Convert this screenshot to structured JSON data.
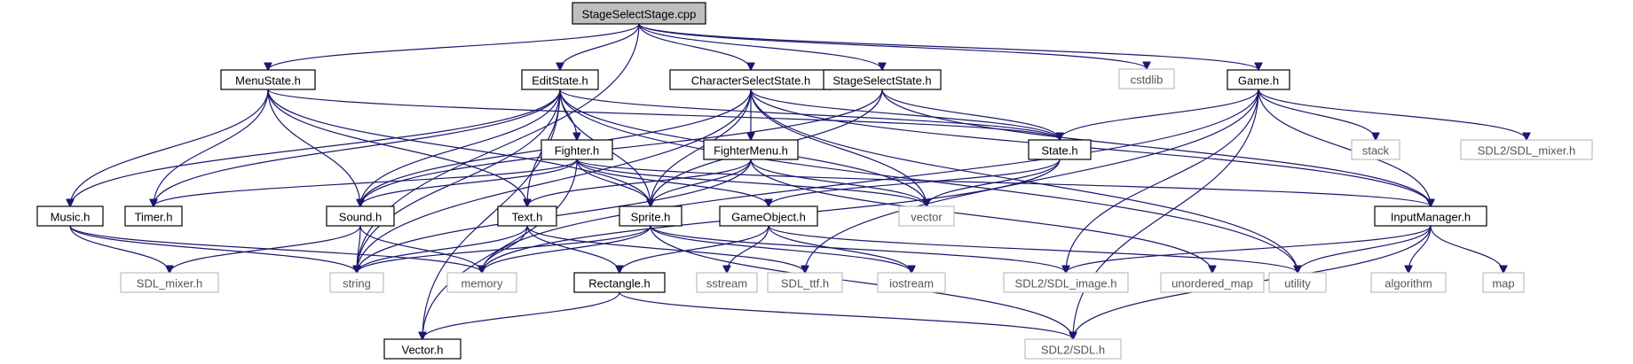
{
  "graph": {
    "root": "StageSelectStage.cpp",
    "nodes": [
      {
        "id": "root",
        "label": "StageSelectStage.cpp",
        "kind": "root"
      },
      {
        "id": "cstdlib",
        "label": "cstdlib",
        "kind": "external"
      },
      {
        "id": "menustate",
        "label": "MenuState.h",
        "kind": "header"
      },
      {
        "id": "editstate",
        "label": "EditState.h",
        "kind": "header"
      },
      {
        "id": "charselstate",
        "label": "CharacterSelectState.h",
        "kind": "header"
      },
      {
        "id": "stageselstate",
        "label": "StageSelectState.h",
        "kind": "header"
      },
      {
        "id": "game",
        "label": "Game.h",
        "kind": "header"
      },
      {
        "id": "fighter",
        "label": "Fighter.h",
        "kind": "header"
      },
      {
        "id": "fightermenu",
        "label": "FighterMenu.h",
        "kind": "header"
      },
      {
        "id": "state",
        "label": "State.h",
        "kind": "header"
      },
      {
        "id": "stack",
        "label": "stack",
        "kind": "external"
      },
      {
        "id": "sdlmixer2",
        "label": "SDL2/SDL_mixer.h",
        "kind": "external"
      },
      {
        "id": "music",
        "label": "Music.h",
        "kind": "header"
      },
      {
        "id": "timer",
        "label": "Timer.h",
        "kind": "header"
      },
      {
        "id": "sound",
        "label": "Sound.h",
        "kind": "header"
      },
      {
        "id": "text",
        "label": "Text.h",
        "kind": "header"
      },
      {
        "id": "sprite",
        "label": "Sprite.h",
        "kind": "header"
      },
      {
        "id": "gameobject",
        "label": "GameObject.h",
        "kind": "header"
      },
      {
        "id": "vector",
        "label": "vector",
        "kind": "external"
      },
      {
        "id": "inputmanager",
        "label": "InputManager.h",
        "kind": "header"
      },
      {
        "id": "sdlmixer",
        "label": "SDL_mixer.h",
        "kind": "external"
      },
      {
        "id": "string",
        "label": "string",
        "kind": "external"
      },
      {
        "id": "memory",
        "label": "memory",
        "kind": "external"
      },
      {
        "id": "sstream",
        "label": "sstream",
        "kind": "external"
      },
      {
        "id": "sdlttf",
        "label": "SDL_ttf.h",
        "kind": "external"
      },
      {
        "id": "iostream",
        "label": "iostream",
        "kind": "external"
      },
      {
        "id": "sdlimage",
        "label": "SDL2/SDL_image.h",
        "kind": "external"
      },
      {
        "id": "unorderedmap",
        "label": "unordered_map",
        "kind": "external"
      },
      {
        "id": "utility",
        "label": "utility",
        "kind": "external"
      },
      {
        "id": "algorithm",
        "label": "algorithm",
        "kind": "external"
      },
      {
        "id": "map",
        "label": "map",
        "kind": "external"
      },
      {
        "id": "rectangle",
        "label": "Rectangle.h",
        "kind": "header"
      },
      {
        "id": "vectorh",
        "label": "Vector.h",
        "kind": "header"
      },
      {
        "id": "sdl",
        "label": "SDL2/SDL.h",
        "kind": "external"
      }
    ],
    "edges": [
      [
        "root",
        "menustate"
      ],
      [
        "root",
        "editstate"
      ],
      [
        "root",
        "charselstate"
      ],
      [
        "root",
        "stageselstate"
      ],
      [
        "root",
        "game"
      ],
      [
        "root",
        "cstdlib"
      ],
      [
        "root",
        "string"
      ],
      [
        "menustate",
        "music"
      ],
      [
        "menustate",
        "timer"
      ],
      [
        "menustate",
        "sound"
      ],
      [
        "menustate",
        "text"
      ],
      [
        "menustate",
        "sprite"
      ],
      [
        "menustate",
        "state"
      ],
      [
        "editstate",
        "music"
      ],
      [
        "editstate",
        "timer"
      ],
      [
        "editstate",
        "sound"
      ],
      [
        "editstate",
        "fighter"
      ],
      [
        "editstate",
        "text"
      ],
      [
        "editstate",
        "sprite"
      ],
      [
        "editstate",
        "state"
      ],
      [
        "editstate",
        "vector"
      ],
      [
        "editstate",
        "vectorh"
      ],
      [
        "editstate",
        "string"
      ],
      [
        "editstate",
        "utility"
      ],
      [
        "charselstate",
        "fightermenu"
      ],
      [
        "charselstate",
        "sprite"
      ],
      [
        "charselstate",
        "state"
      ],
      [
        "charselstate",
        "vector"
      ],
      [
        "charselstate",
        "string"
      ],
      [
        "charselstate",
        "inputmanager"
      ],
      [
        "charselstate",
        "sound"
      ],
      [
        "charselstate",
        "utility"
      ],
      [
        "stageselstate",
        "state"
      ],
      [
        "stageselstate",
        "sprite"
      ],
      [
        "stageselstate",
        "sound"
      ],
      [
        "stageselstate",
        "inputmanager"
      ],
      [
        "game",
        "state"
      ],
      [
        "game",
        "stack"
      ],
      [
        "game",
        "sdlmixer2"
      ],
      [
        "game",
        "inputmanager"
      ],
      [
        "game",
        "memory"
      ],
      [
        "game",
        "sdlttf"
      ],
      [
        "game",
        "sdlimage"
      ],
      [
        "game",
        "sdl"
      ],
      [
        "fighter",
        "timer"
      ],
      [
        "fighter",
        "sound"
      ],
      [
        "fighter",
        "sprite"
      ],
      [
        "fighter",
        "gameobject"
      ],
      [
        "fighter",
        "vector"
      ],
      [
        "fighter",
        "vectorh"
      ],
      [
        "fighter",
        "inputmanager"
      ],
      [
        "fightermenu",
        "text"
      ],
      [
        "fightermenu",
        "sprite"
      ],
      [
        "fightermenu",
        "string"
      ],
      [
        "fightermenu",
        "vector"
      ],
      [
        "fightermenu",
        "unorderedmap"
      ],
      [
        "state",
        "gameobject"
      ],
      [
        "state",
        "vector"
      ],
      [
        "state",
        "memory"
      ],
      [
        "music",
        "sdlmixer"
      ],
      [
        "music",
        "string"
      ],
      [
        "music",
        "memory"
      ],
      [
        "sound",
        "sdlmixer"
      ],
      [
        "sound",
        "string"
      ],
      [
        "sound",
        "memory"
      ],
      [
        "text",
        "string"
      ],
      [
        "text",
        "memory"
      ],
      [
        "text",
        "rectangle"
      ],
      [
        "text",
        "sdlttf"
      ],
      [
        "sprite",
        "string"
      ],
      [
        "sprite",
        "memory"
      ],
      [
        "sprite",
        "sdlimage"
      ],
      [
        "sprite",
        "sdl"
      ],
      [
        "sprite",
        "iostream"
      ],
      [
        "gameobject",
        "rectangle"
      ],
      [
        "gameobject",
        "sstream"
      ],
      [
        "gameobject",
        "iostream"
      ],
      [
        "gameobject",
        "utility"
      ],
      [
        "inputmanager",
        "utility"
      ],
      [
        "inputmanager",
        "algorithm"
      ],
      [
        "inputmanager",
        "map"
      ],
      [
        "inputmanager",
        "sdl"
      ],
      [
        "inputmanager",
        "sdlimage"
      ],
      [
        "rectangle",
        "vectorh"
      ],
      [
        "rectangle",
        "sdl"
      ]
    ]
  }
}
